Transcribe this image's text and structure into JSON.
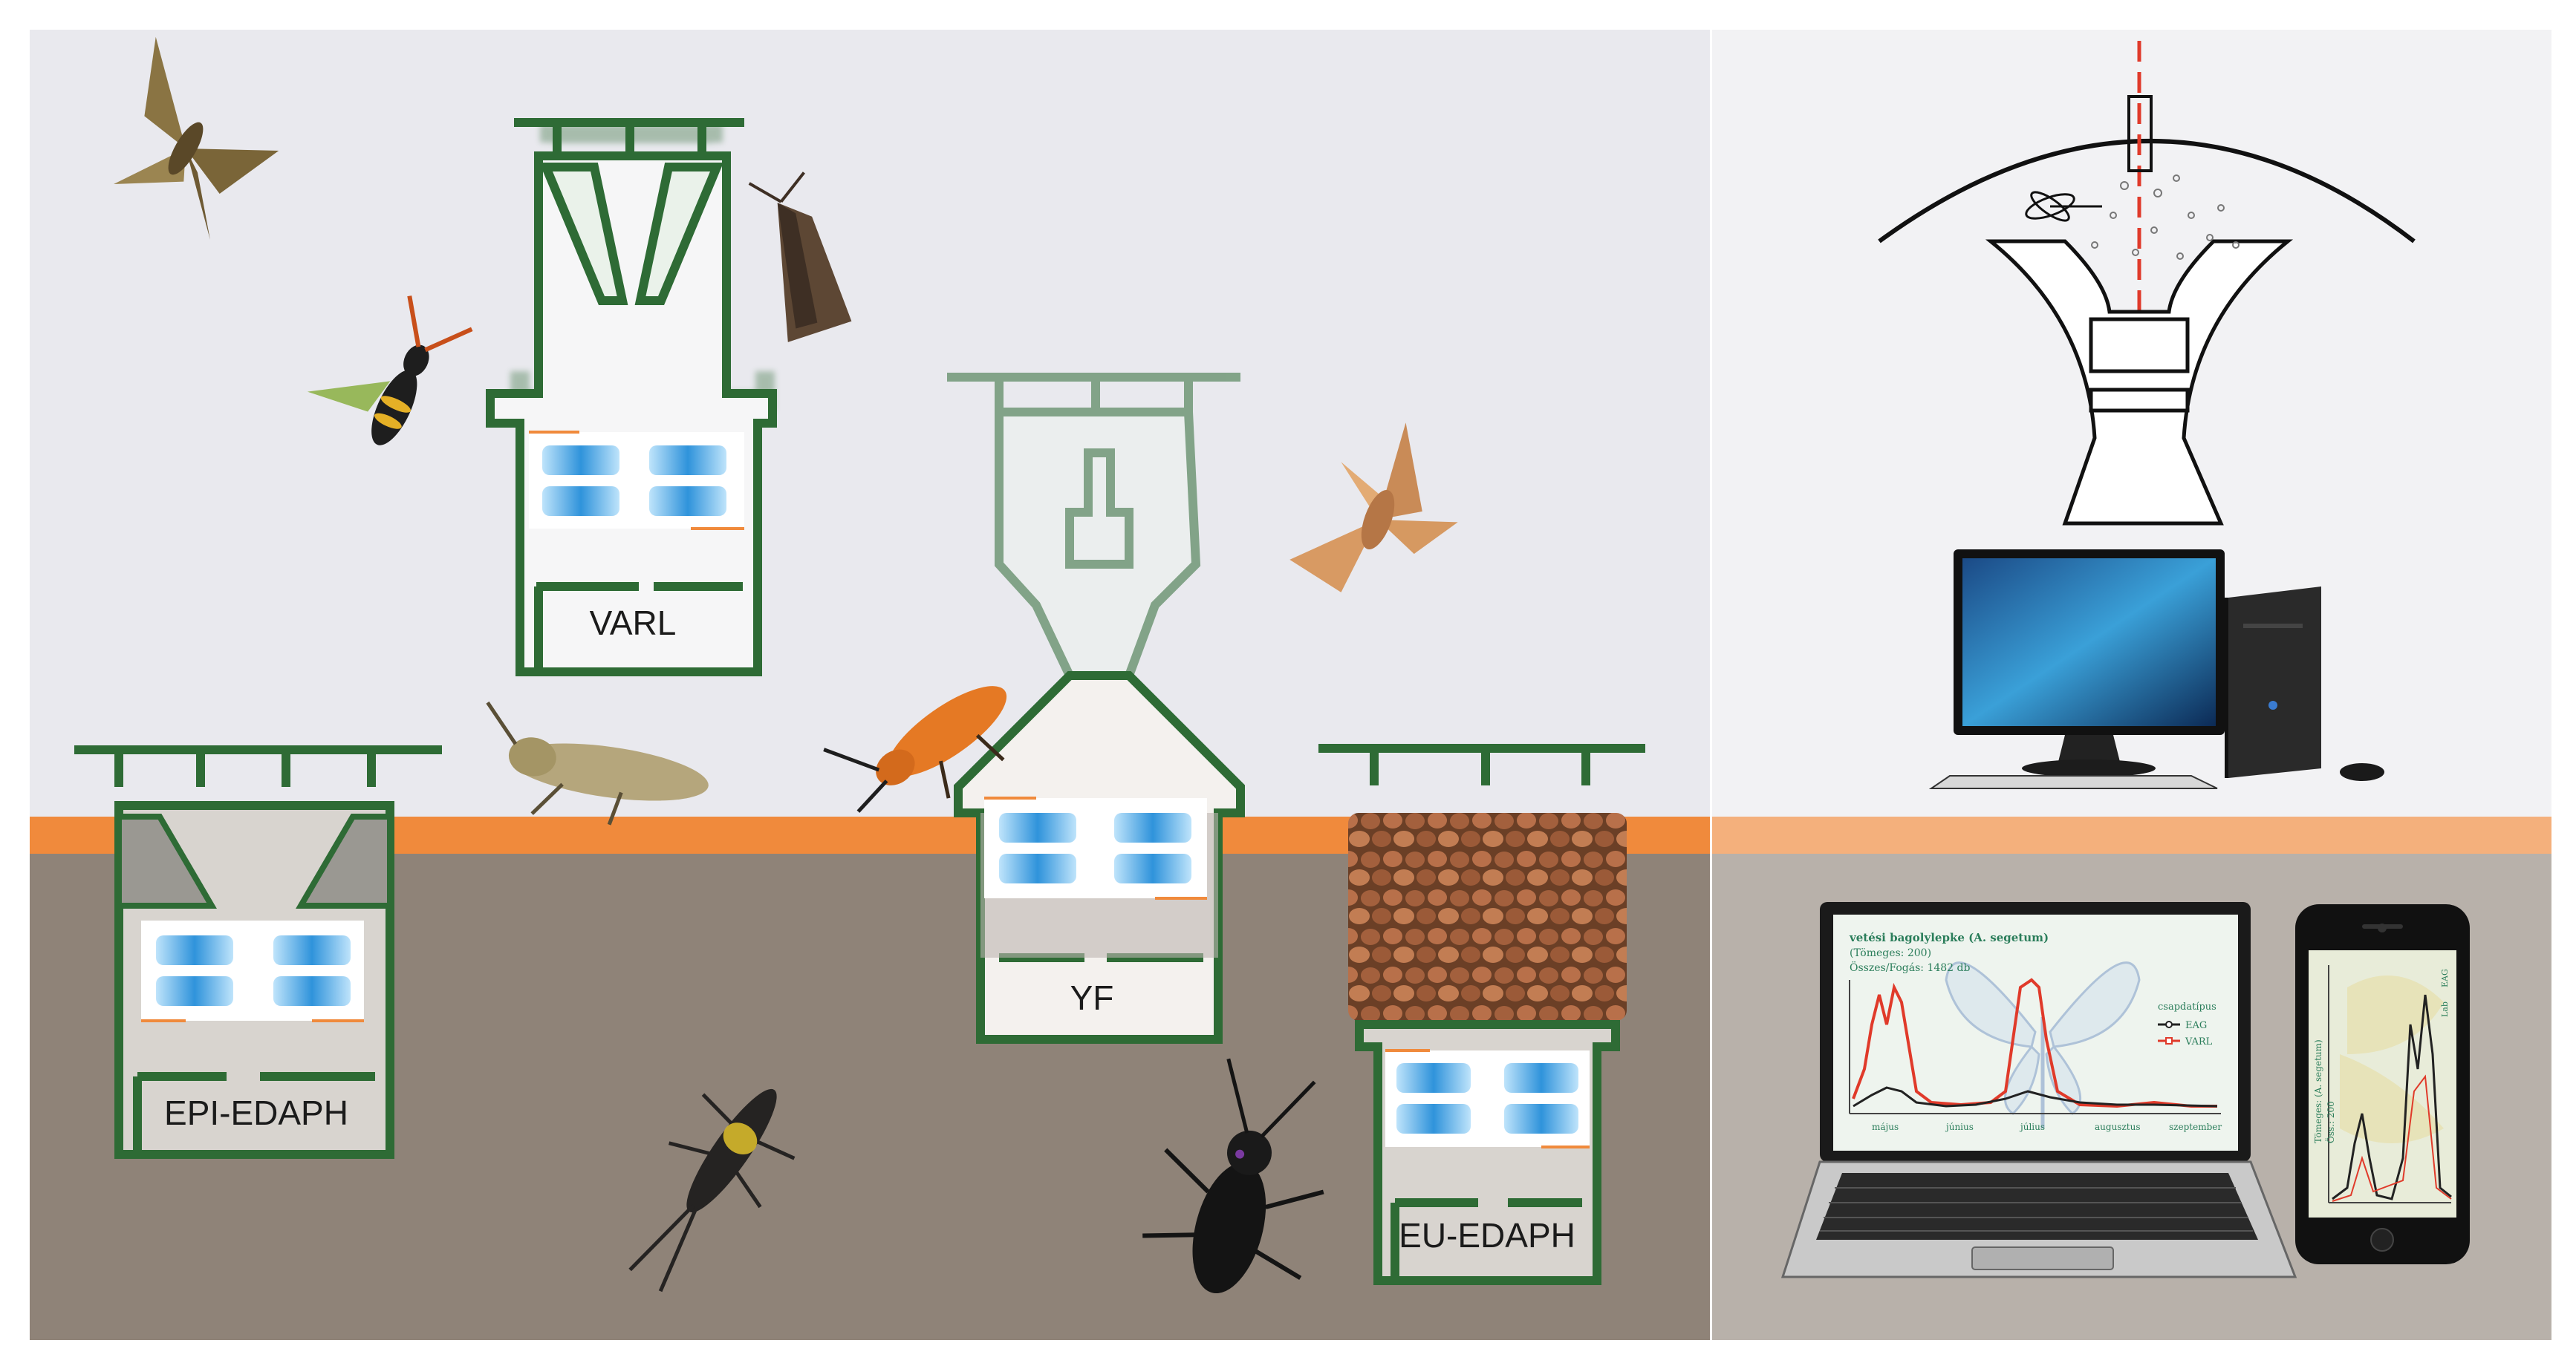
{
  "traps": {
    "varl": {
      "label": "VARL"
    },
    "yf": {
      "label": "YF"
    },
    "epi_edaph": {
      "label": "EPI-EDAPH"
    },
    "eu_edaph": {
      "label": "EU-EDAPH"
    }
  },
  "colors": {
    "sky": "#e9e9ee",
    "soil": "#8f8378",
    "ground_line": "#f08a3c",
    "trap_green": "#2e6b35",
    "sensor_blue": "#4aa6e0",
    "laser_red": "#e03a2a",
    "sensor_panel_bg": "#f2f2f4",
    "soil_panel_bg": "#b8b1aa"
  },
  "insects": [
    "moth-icon",
    "wasp-icon",
    "beetle-icon",
    "bug-icon",
    "earwig-icon",
    "ground-beetle-icon"
  ],
  "devices": [
    "desktop-computer-icon",
    "laptop-icon",
    "smartphone-icon"
  ],
  "laptop_chart": {
    "title_line1": "vetési bagolylepke (A. segetum)",
    "title_line2": "(Tömeges: 200)",
    "title_line3": "Összes/Fogás: 1482 db",
    "legend_title": "csapdatípus",
    "legend_1": "EAG",
    "legend_2": "VARL",
    "x_labels": [
      "május",
      "június",
      "július",
      "augusztus",
      "szeptember"
    ]
  },
  "phone_chart": {
    "label_line1": "Tömeges: (A. segetum)",
    "label_line2": "Öss.: 200",
    "legend": [
      "EAG",
      "Lab"
    ]
  }
}
